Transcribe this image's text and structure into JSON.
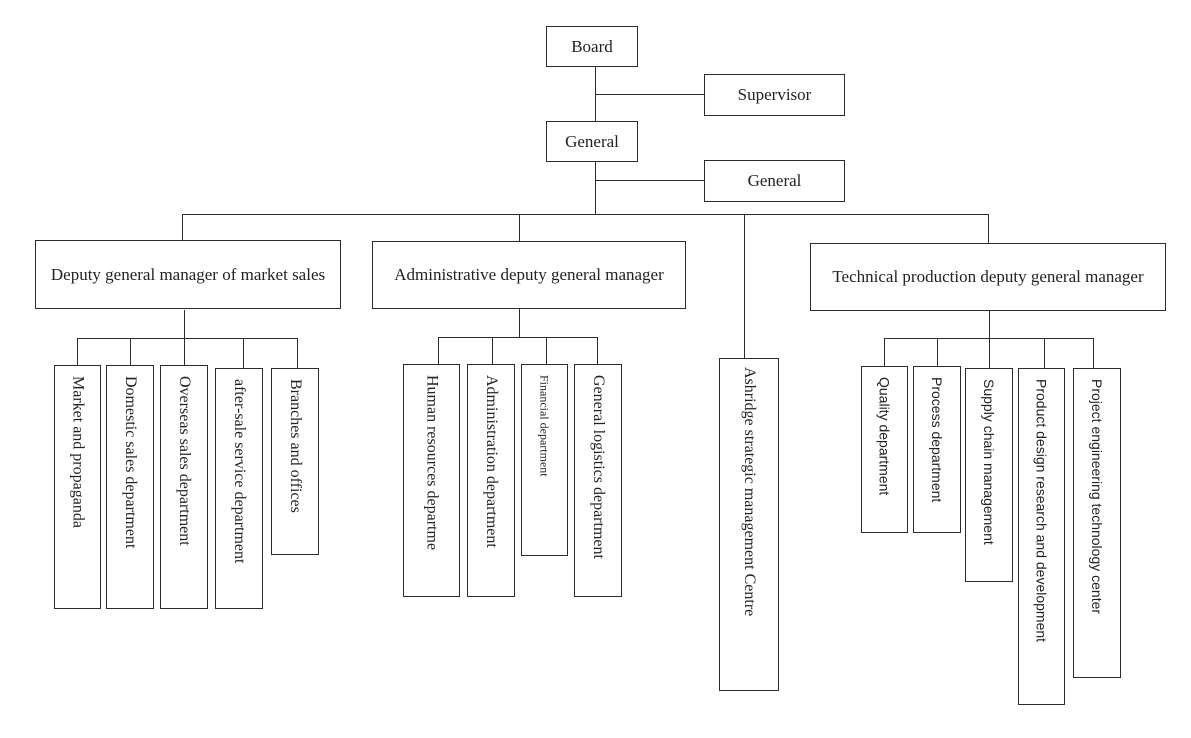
{
  "nodes": {
    "board": "Board",
    "supervisor": "Supervisor",
    "general_manager": "General",
    "general_assistant": "General",
    "deputy_market_sales": "Deputy general manager of market sales",
    "deputy_administrative": "Administrative deputy general manager",
    "ashridge_centre": "Ashridge  strategic  management  Centre",
    "deputy_technical": "Technical production deputy general manager"
  },
  "market_departments": [
    "Market and propaganda",
    "Domestic sales department",
    "Overseas sales department",
    "after-sale service department",
    "Branches and offices"
  ],
  "admin_departments": [
    "Human  resources  departme",
    "Administration department",
    "Financial department",
    "General logistics department"
  ],
  "technical_departments": [
    "Quality department",
    "Process department",
    "Supply chain management",
    "Product  design  research  and  development",
    "Project engineering technology center"
  ]
}
